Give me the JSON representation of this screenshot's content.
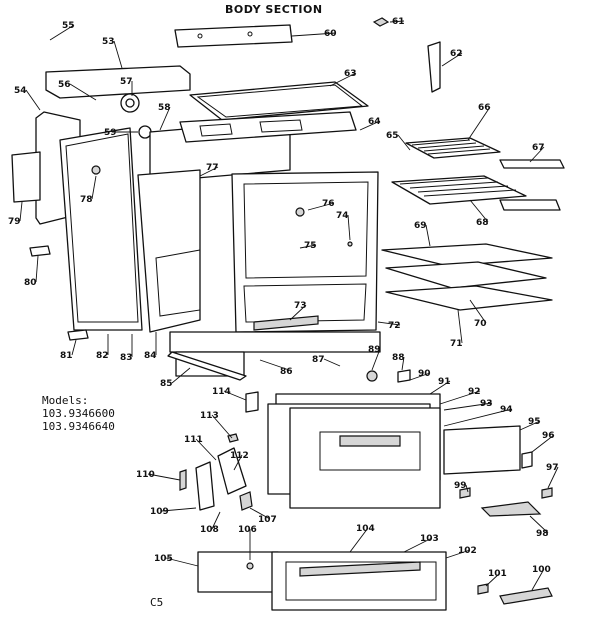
{
  "title": "BODY SECTION",
  "models": {
    "label": "Models:",
    "numbers": [
      "103.9346600",
      "103.9346640"
    ]
  },
  "code": "C5",
  "callouts": [
    "55",
    "53",
    "54",
    "56",
    "57",
    "58",
    "59",
    "60",
    "61",
    "62",
    "63",
    "64",
    "65",
    "66",
    "67",
    "68",
    "69",
    "70",
    "71",
    "72",
    "73",
    "74",
    "75",
    "76",
    "77",
    "78",
    "79",
    "80",
    "81",
    "82",
    "83",
    "84",
    "85",
    "86",
    "87",
    "88",
    "89",
    "90",
    "91",
    "92",
    "93",
    "94",
    "95",
    "96",
    "97",
    "98",
    "99",
    "100",
    "101",
    "102",
    "103",
    "104",
    "105",
    "106",
    "107",
    "108",
    "109",
    "110",
    "111",
    "112",
    "113",
    "114"
  ]
}
